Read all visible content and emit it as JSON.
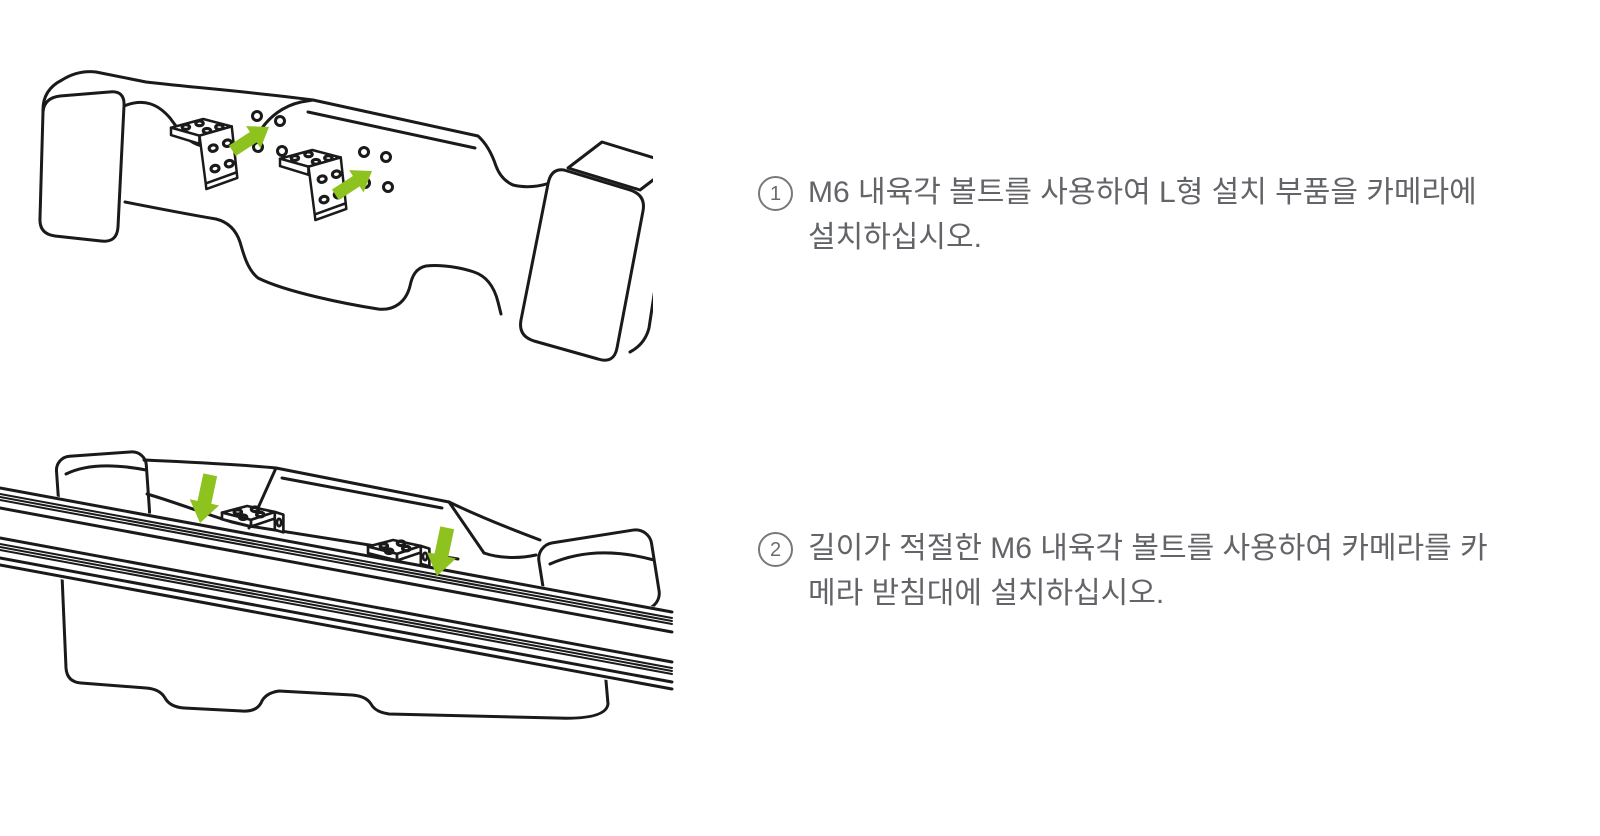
{
  "page": {
    "background_color": "#ffffff",
    "language": "ko"
  },
  "colors": {
    "accent_green": "#8dc21f",
    "line_art": "#1a1a1a",
    "text": "#636468",
    "badge_ring": "#77787a"
  },
  "steps": [
    {
      "number": "1",
      "lines": [
        "M6 내육각 볼트를 사용하여 L형 설치 부품을 카메라에",
        "설치하십시오."
      ]
    },
    {
      "number": "2",
      "lines": [
        "길이가 적절한 M6 내육각 볼트를 사용하여 카메라를 카",
        "메라 받침대에 설치하십시오."
      ]
    }
  ]
}
